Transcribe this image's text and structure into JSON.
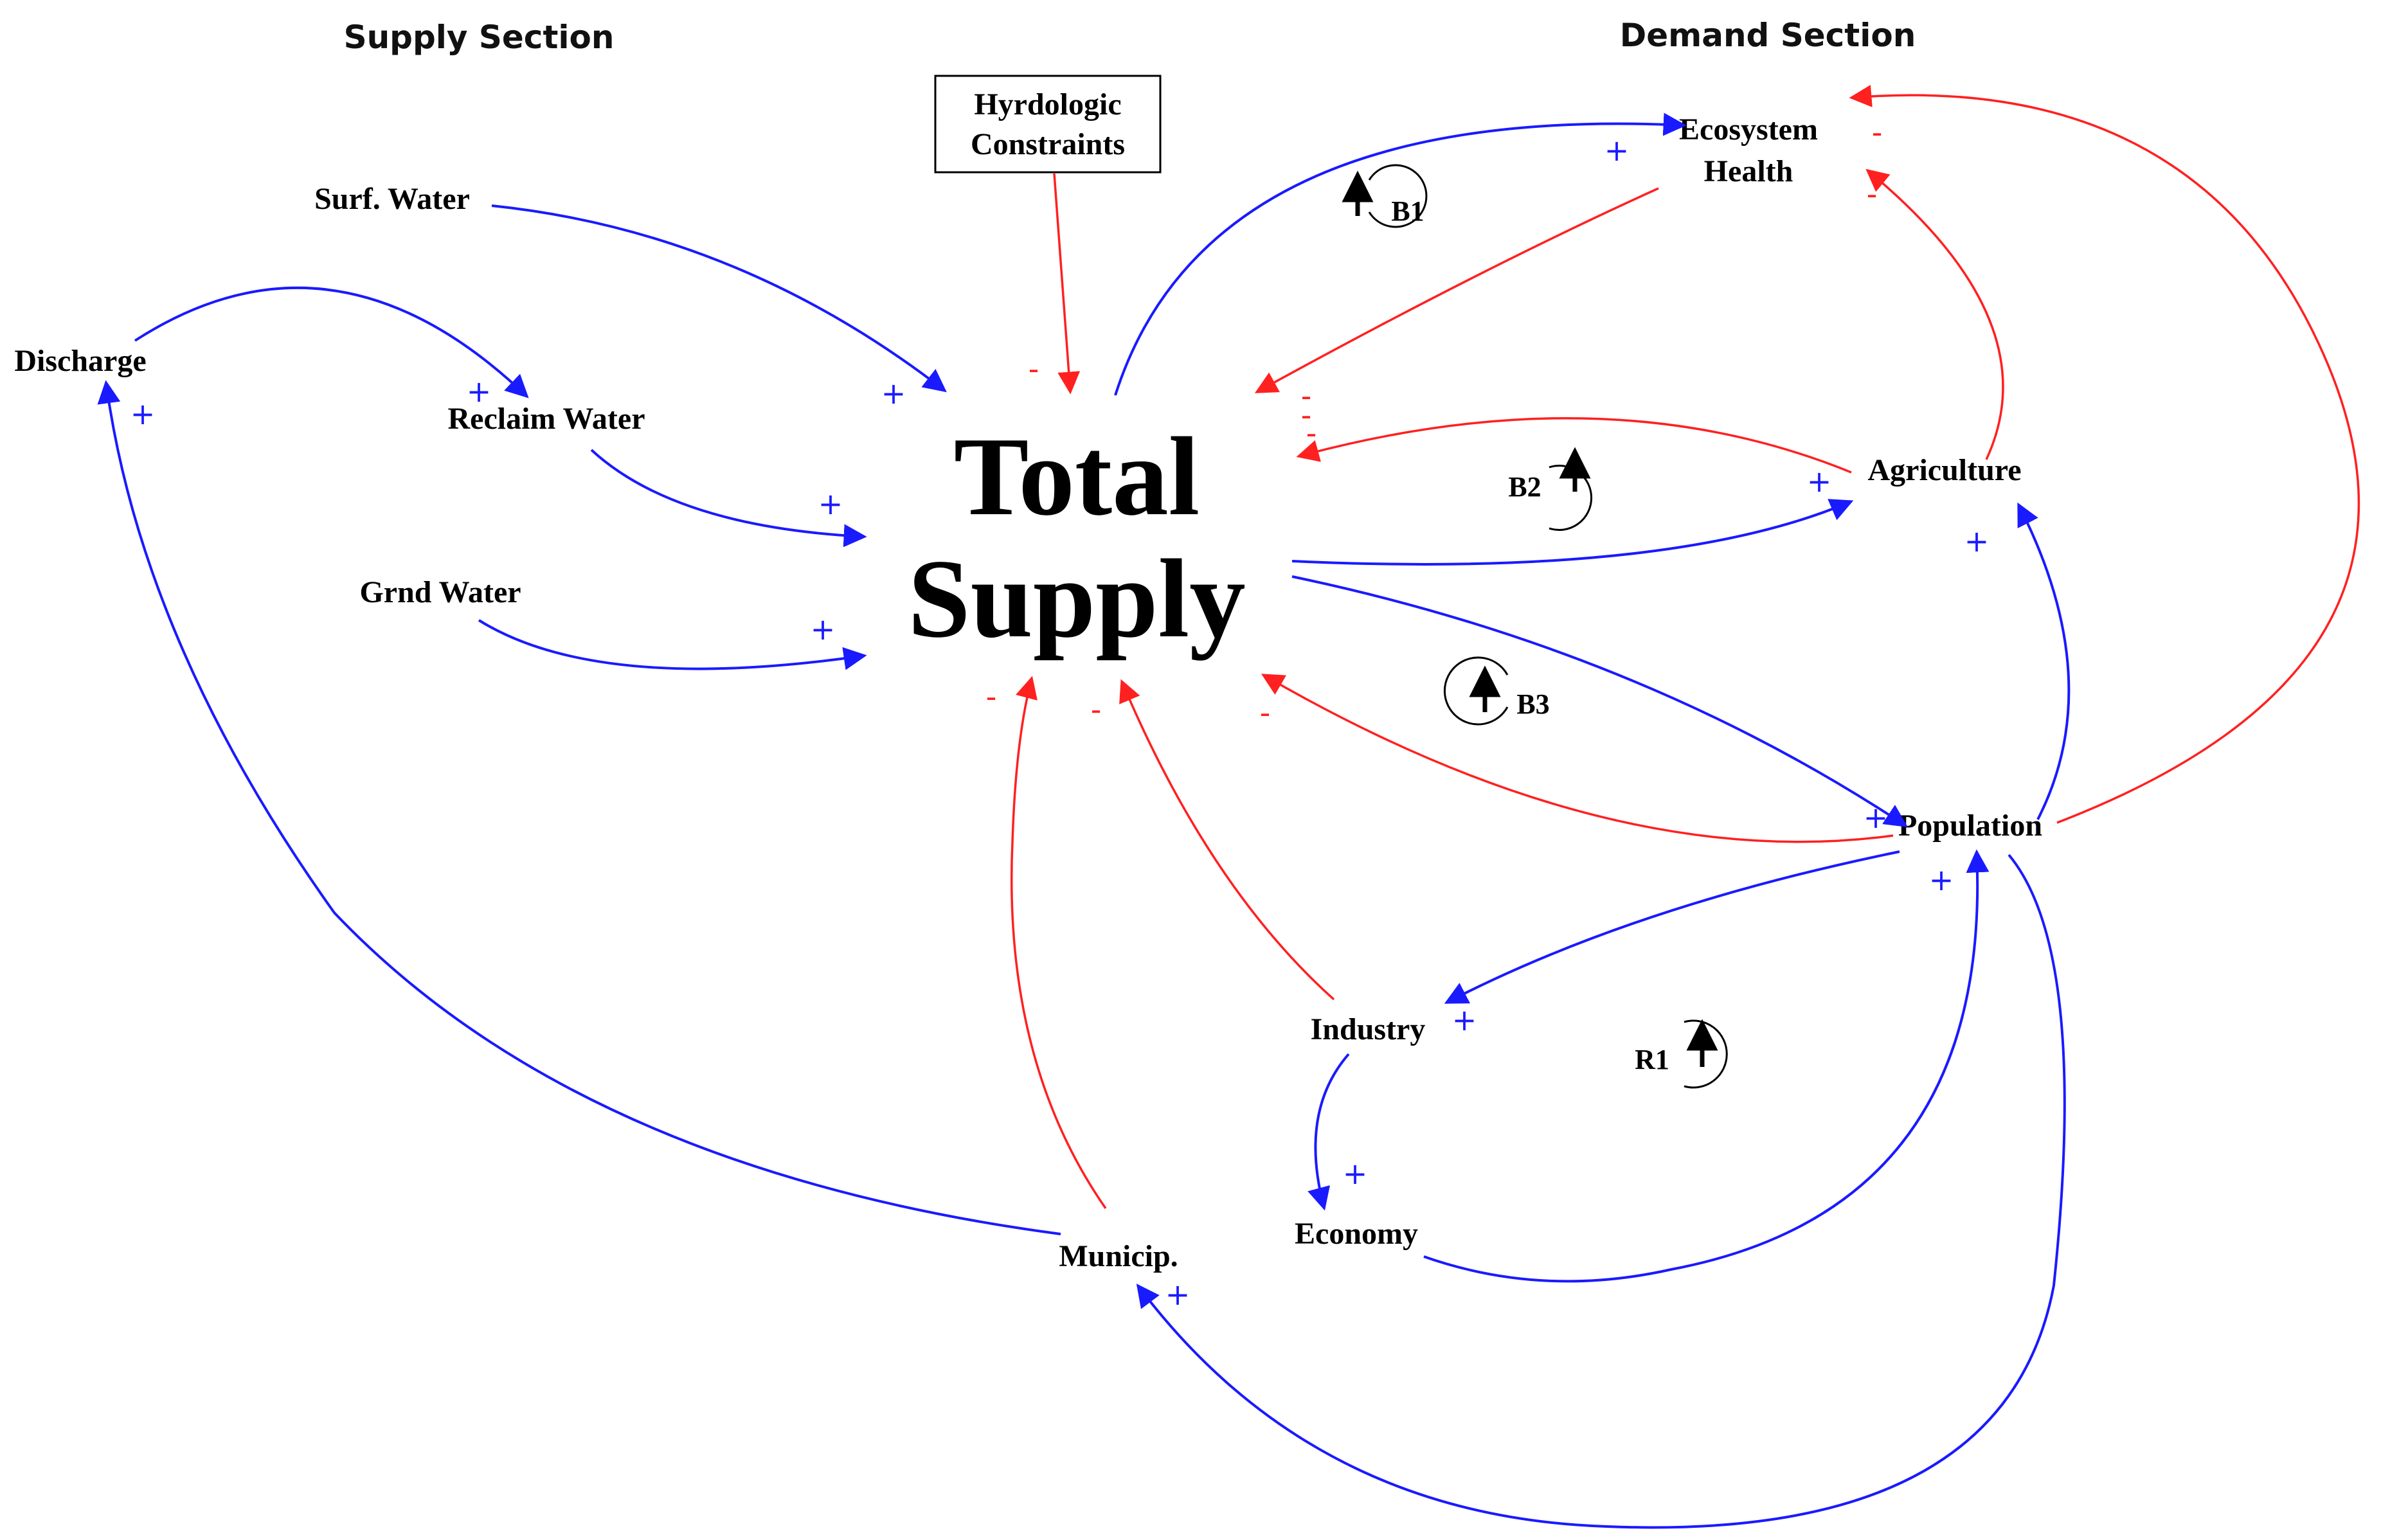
{
  "sections": {
    "supply": "Supply Section",
    "demand": "Demand Section"
  },
  "center": {
    "line1": "Total",
    "line2": "Supply"
  },
  "constraint_box": {
    "line1": "Hyrdologic",
    "line2": "Constraints"
  },
  "nodes": {
    "surf_water": "Surf. Water",
    "discharge": "Discharge",
    "reclaim_water": "Reclaim Water",
    "grnd_water": "Grnd Water",
    "ecosystem_line1": "Ecosystem",
    "ecosystem_line2": "Health",
    "agriculture": "Agriculture",
    "population": "Population",
    "industry": "Industry",
    "economy": "Economy",
    "municip": "Municip."
  },
  "loops": {
    "b1": "B1",
    "b2": "B2",
    "b3": "B3",
    "r1": "R1"
  },
  "signs": {
    "plus": "+",
    "minus": "-"
  },
  "colors": {
    "positive_link": "#1a1aff",
    "negative_link": "#ff2020",
    "text": "#000000"
  }
}
